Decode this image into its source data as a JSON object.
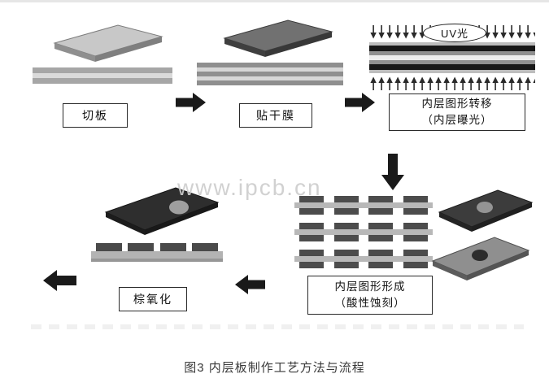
{
  "figure": {
    "caption": "图3 内层板制作工艺方法与流程",
    "watermark": "www.ipcb.cn"
  },
  "flow": {
    "step1": {
      "label": "切板"
    },
    "step2": {
      "label": "贴干膜"
    },
    "step3": {
      "label_line1": "内层图形转移",
      "label_line2": "（内层曝光）",
      "uv_label": "UV光"
    },
    "step4": {
      "label_line1": "内层图形形成",
      "label_line2": "（酸性蚀刻）"
    },
    "step5": {
      "label": "棕氧化"
    }
  },
  "colors": {
    "arrow_black": "#1a1a1a",
    "board_gray": "#9c9c9c",
    "film_dark": "#3f3f3f",
    "watermark_gray": "#cdcdcd"
  }
}
